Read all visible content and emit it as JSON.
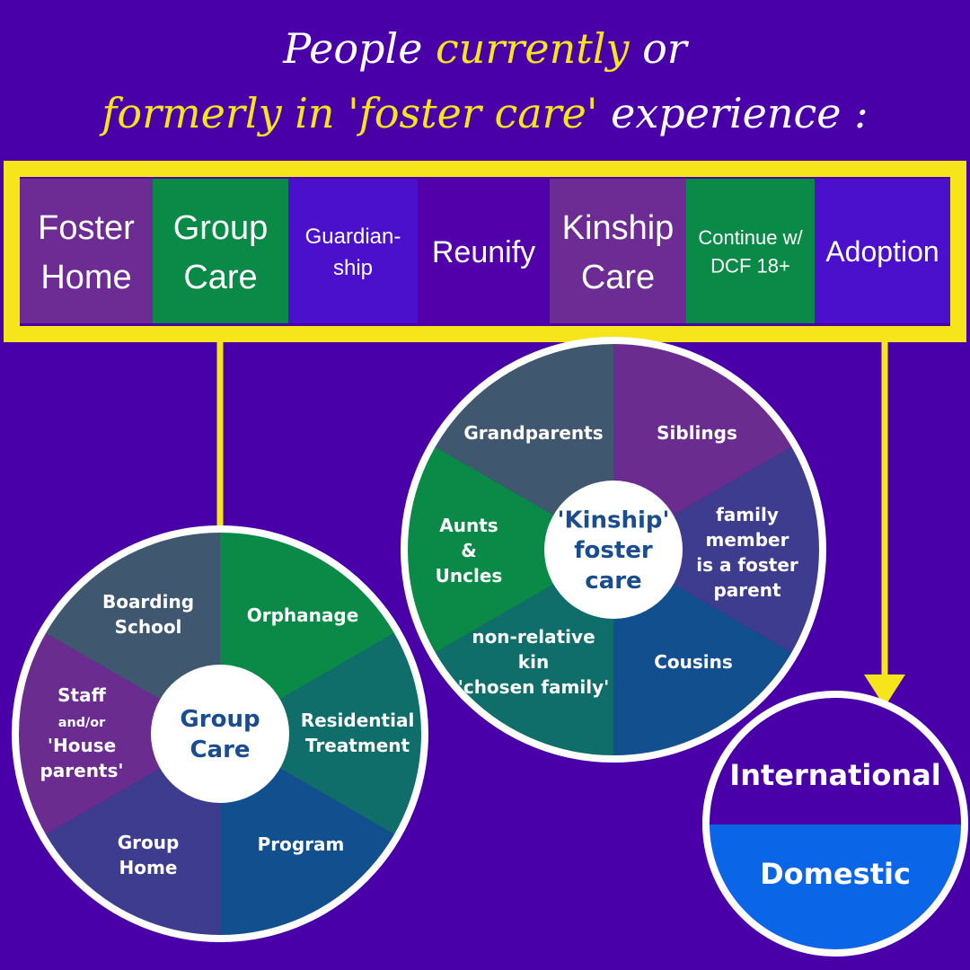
{
  "title": {
    "line1": [
      "People ",
      "currently",
      " or"
    ],
    "line2": [
      "formerly in 'foster care'",
      " experience :"
    ]
  },
  "categories": [
    {
      "lines": [
        "Foster",
        "Home"
      ],
      "color": "#6d2c93"
    },
    {
      "lines": [
        "Group",
        "Care"
      ],
      "color": "#0a8a46"
    },
    {
      "lines": [
        "Guardian-",
        "ship"
      ],
      "color": "#4b10cc"
    },
    {
      "lines": [
        "Reunify"
      ],
      "color": "#5200aa"
    },
    {
      "lines": [
        "Kinship",
        "Care"
      ],
      "color": "#6d2c93"
    },
    {
      "lines": [
        "Continue w/",
        "DCF 18+"
      ],
      "color": "#0a8a46"
    },
    {
      "lines": [
        "Adoption"
      ],
      "color": "#4b10cc"
    }
  ],
  "group_care": {
    "hub": [
      "Group",
      "Care"
    ],
    "wedges": [
      {
        "lines": [
          "Orphanage"
        ],
        "color": "#0a8a46"
      },
      {
        "lines": [
          "Residential",
          "Treatment"
        ],
        "color": "#0f6e6a"
      },
      {
        "lines": [
          "Program"
        ],
        "color": "#124f8f"
      },
      {
        "lines": [
          "Group",
          "Home"
        ],
        "color": "#3d3c8f"
      },
      {
        "lines": [
          "Staff",
          "and/or",
          "'House",
          "parents'"
        ],
        "color": "#6a2c8f"
      },
      {
        "lines": [
          "Boarding",
          "School"
        ],
        "color": "#3f5870"
      }
    ]
  },
  "kinship": {
    "hub": [
      "'Kinship'",
      "foster",
      "care"
    ],
    "wedges": [
      {
        "lines": [
          "Siblings"
        ],
        "color": "#6a2c8f"
      },
      {
        "lines": [
          "family",
          "member",
          "is a foster",
          "parent"
        ],
        "color": "#3d3c8f"
      },
      {
        "lines": [
          "Cousins"
        ],
        "color": "#124f8f"
      },
      {
        "lines": [
          "non-relative",
          "kin",
          "'chosen family'"
        ],
        "color": "#0f6e6a"
      },
      {
        "lines": [
          "Aunts",
          "&",
          "Uncles"
        ],
        "color": "#0a8a46"
      },
      {
        "lines": [
          "Grandparents"
        ],
        "color": "#3f5870"
      }
    ]
  },
  "adoption": {
    "top": {
      "label": "International",
      "color": "#4a00a8"
    },
    "bottom": {
      "label": "Domestic",
      "color": "#0a66e6"
    }
  },
  "colors": {
    "accent": "#f7e51c",
    "background": "#4a00a8",
    "hub_text": "#1a4d8f"
  }
}
